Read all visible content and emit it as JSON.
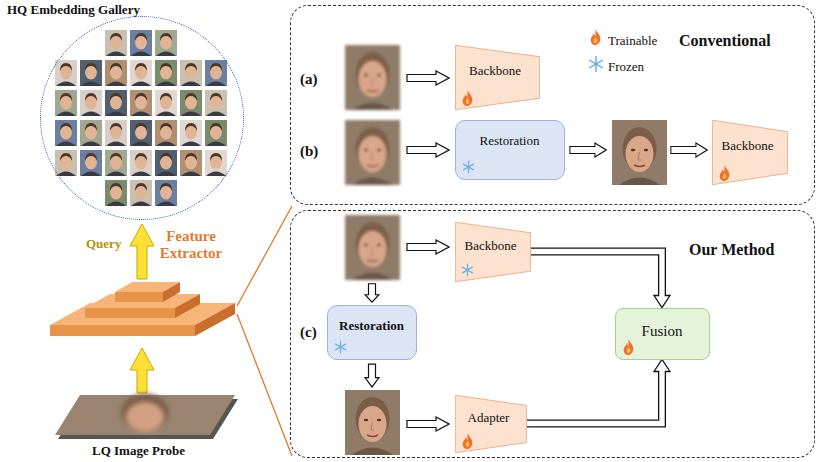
{
  "diagram": {
    "nodes": [
      {
        "text": [
          "HQ Embedding Gallery"
        ]
      },
      {
        "text": [
          "Conventional"
        ]
      },
      {
        "text": [
          "Backbone"
        ],
        "in": 1
      },
      {
        "text": [
          "Restoration"
        ],
        "in": 1
      },
      {
        "text": [
          "Backbone"
        ],
        "in": 1
      },
      {
        "text": [
          "Our Method"
        ]
      },
      {
        "text": [
          "Backbone"
        ],
        "in": 5
      },
      {
        "text": [
          "Restoration"
        ],
        "in": 5
      },
      {
        "text": [
          "Adapter"
        ],
        "in": 5
      },
      {
        "text": [
          "Fusion"
        ],
        "in": 5
      }
    ],
    "edges": [
      {
        "from": 6,
        "to": 9,
        "arrow": "to"
      },
      {
        "from": 8,
        "to": 9,
        "arrow": "to"
      }
    ],
    "labels": [
      "(a)",
      "(b)",
      "(c)",
      "Feature Extractor",
      "Query",
      "LQ Image Probe"
    ],
    "legend": [
      {
        "text": "Trainable"
      },
      {
        "text": "Frozen"
      }
    ]
  }
}
